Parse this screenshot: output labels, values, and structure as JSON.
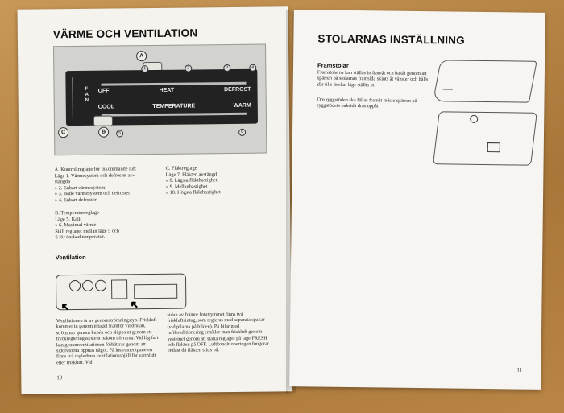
{
  "left_page": {
    "title": "VÄRME OCH VENTILATION",
    "diagram": {
      "callouts": [
        "A",
        "B",
        "C"
      ],
      "top_scale": [
        "OFF",
        "HEAT",
        "DEFROST"
      ],
      "bottom_scale": [
        "COOL",
        "TEMPERATURE",
        "WARM"
      ],
      "side_letters": [
        "F",
        "A",
        "N"
      ],
      "position_numbers": [
        "1",
        "2",
        "3",
        "4",
        "5",
        "6"
      ]
    },
    "legend_a": {
      "heading": "A. Kontrollreglage för inkommande luft",
      "lines": [
        "Läge 1. Värmesystem och defroster av-",
        "           stängda",
        "   »    2. Enbart värmesystem",
        "   »    3. Både värmesystem och defroster",
        "   »    4. Enbart defroster"
      ]
    },
    "legend_c": {
      "heading": "C. Fläktreglage",
      "lines": [
        "Läge  7. Fläkten avstängd",
        "   »    8. Lägsta fläkthastighet",
        "   »    9. Mellanhastighet",
        "   »   10. Högsta fläkthastighet"
      ]
    },
    "legend_b": {
      "heading": "B. Temperaturreglage",
      "lines": [
        "Läge 5. Kallt",
        "   »    6. Maximal värme",
        "           Ställ reglaget mellan läge 5 och",
        "           6 för önskad temperatur."
      ]
    },
    "ventilation_heading": "Ventilation",
    "body_col1": "Ventilationen är av genomströmningstyp. Friskluft kommer in genom intaget framför vindrutan, strömmar genom kupén och släpps ut genom ett tryckregleringssystem bakom dörrarna. Vid låg fart kan genomventilationen förbättras genom att sidorutorna öppnas något. På instrumentpanelen finns två reglerbara ventilationsspjäll för varmluft eller friskluft. Vid",
    "body_col2": "sidan av främre fotutrymmet finns två friskluftsintag, som regleras med separata spakar (vid pilarna på bilden). På bilar med luftkonditionering erhåller man friskluft genom systemet genom att ställa reglaget på läge FRESH och fläkten på OFF. Luftkonditioneringen fungerar endast då fläkten slitts på.",
    "page_number": "10"
  },
  "right_page": {
    "title": "STOLARNAS INSTÄLLNING",
    "subheading": "Framstolar",
    "para1": "Framstolarna kan ställas in framåt och bakåt genom att spärren på stolarnas framsida skjuts åt vänster och hålls där tills önskat läge ställts in.",
    "para2": "Om ryggstöden ska fällas framåt måste spärren på ryggstödets baksida dras uppåt.",
    "page_number": "11"
  }
}
